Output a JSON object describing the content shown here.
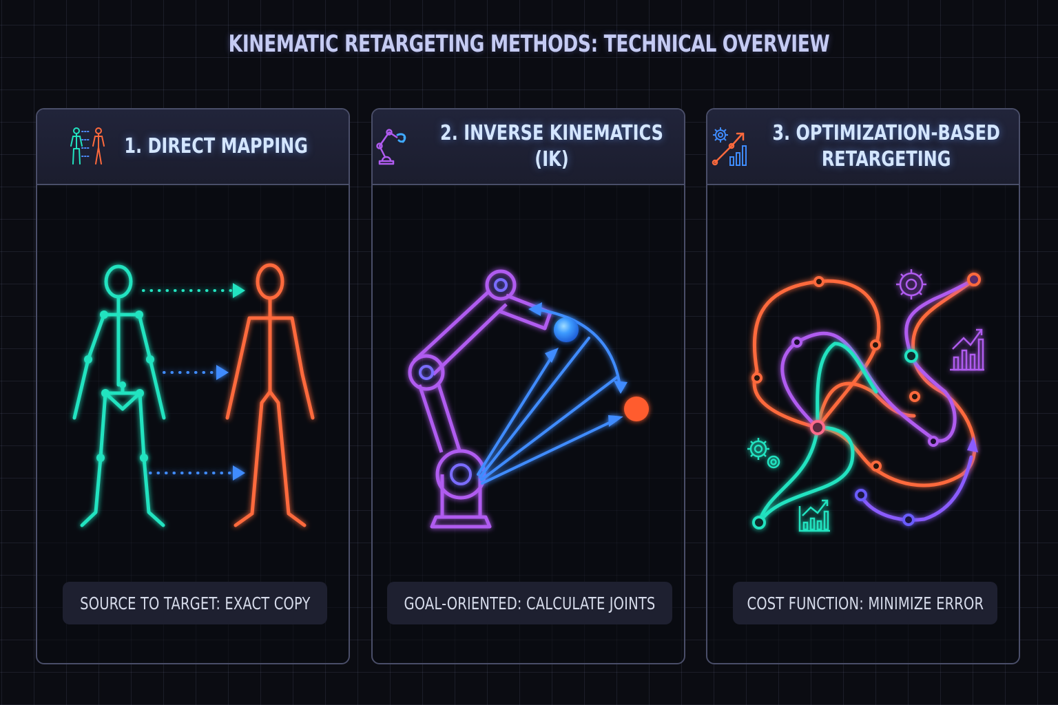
{
  "title": "KINEMATIC RETARGETING METHODS: TECHNICAL OVERVIEW",
  "colors": {
    "background": "#0b0c12",
    "panel_border": "#4a4e69",
    "header_bg": "#1f2236",
    "caption_bg": "#1e2030",
    "cyan": "#22e3c0",
    "orange": "#ff6a3d",
    "blue": "#3f8cff",
    "purple": "#b05cf0",
    "violet": "#8a5cff"
  },
  "panels": [
    {
      "id": "direct-mapping",
      "header": "1. DIRECT MAPPING",
      "icon": "source-target-figures-icon",
      "caption": "SOURCE TO TARGET: EXACT COPY",
      "illustration": {
        "source_figure": "cyan skeleton with joints",
        "target_figure": "orange stick figure",
        "arrows": [
          "head-to-head (cyan dotted)",
          "torso-to-torso (blue dotted)",
          "knees-to-knees (blue dotted)"
        ]
      }
    },
    {
      "id": "inverse-kinematics",
      "header": "2. INVERSE KINEMATICS (IK)",
      "icon": "robot-arm-icon",
      "caption": "GOAL-ORIENTED: CALCULATE JOINTS",
      "illustration": {
        "arm": "purple 3-joint robot arm",
        "end_effector": "blue sphere",
        "goal": "orange target sphere",
        "rays": 4
      }
    },
    {
      "id": "optimization",
      "header": "3. OPTIMIZATION-BASED\nRETARGETING",
      "icon": "gear-chart-trend-icon",
      "caption": "COST FUNCTION: MINIMIZE ERROR",
      "illustration": {
        "curves": [
          "orange loop path",
          "purple path",
          "cyan path",
          "violet arrow path"
        ],
        "decorations": [
          "gear-icon",
          "gears-icon",
          "bar-chart-icon",
          "bar-chart-icon"
        ]
      }
    }
  ]
}
